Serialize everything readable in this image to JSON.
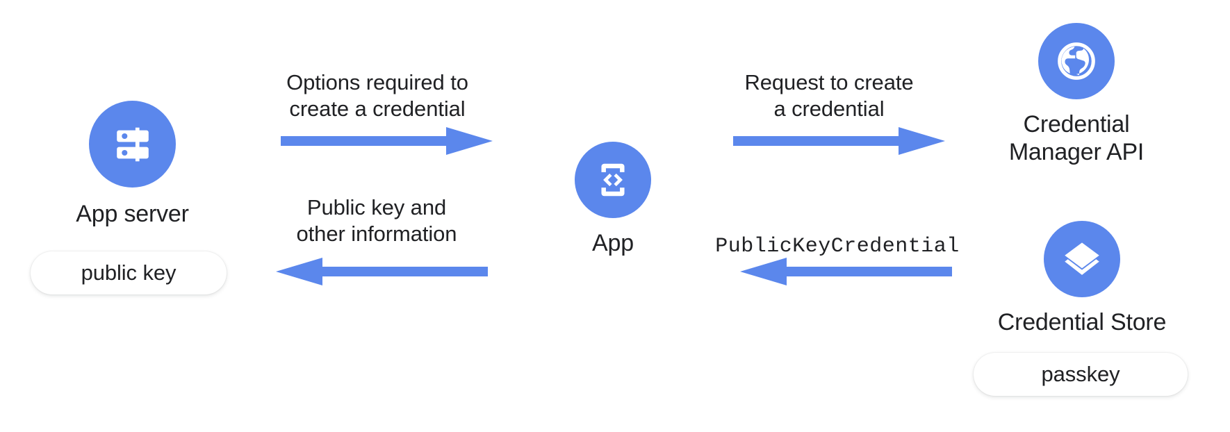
{
  "diagram": {
    "title": "Passkey creation flow between app server, app, Credential Manager API and credential store",
    "accent_color": "#5b87ec",
    "text_color": "#202124",
    "background_color": "#ffffff",
    "nodes": [
      {
        "id": "app-server",
        "icon": "server-icon",
        "label": "App server",
        "chip": {
          "id": "public-key-chip",
          "label": "public key"
        }
      },
      {
        "id": "app",
        "icon": "phone-code-icon",
        "label": "App",
        "chip": null
      },
      {
        "id": "credential-manager-api",
        "icon": "globe-icon",
        "label": "Credential\nManager API",
        "chip": null
      },
      {
        "id": "credential-store",
        "icon": "layers-icon",
        "label": "Credential Store",
        "chip": {
          "id": "passkey-chip",
          "label": "passkey"
        }
      }
    ],
    "arrows": [
      {
        "id": "arrow-options-required",
        "label": "Options required to\ncreate a credential",
        "direction": "right",
        "from": "app-server",
        "to": "app",
        "mono": false
      },
      {
        "id": "arrow-public-key-and-other-information",
        "label": "Public key and\nother information",
        "direction": "left",
        "from": "app",
        "to": "app-server",
        "mono": false
      },
      {
        "id": "arrow-request-to-create",
        "label": "Request to create\na credential",
        "direction": "right",
        "from": "app",
        "to": "credential-manager-api",
        "mono": false
      },
      {
        "id": "arrow-public-key-credential",
        "label": "PublicKeyCredential",
        "direction": "left",
        "from": "credential-store",
        "to": "app",
        "mono": true
      }
    ]
  }
}
